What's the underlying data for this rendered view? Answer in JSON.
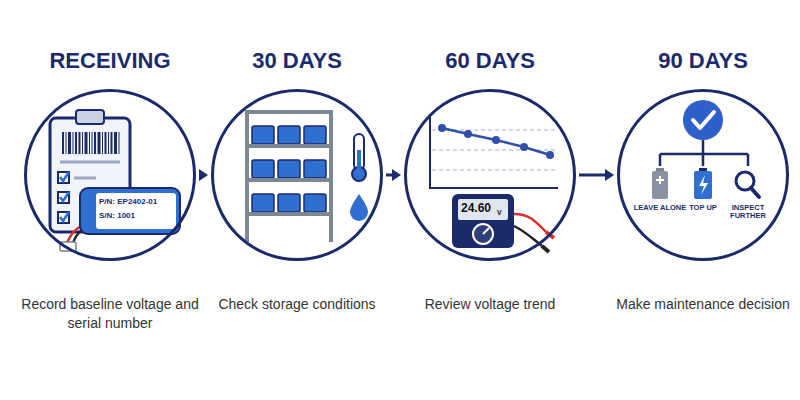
{
  "diagram": {
    "nodes": [
      {
        "text": [
          "RECEIVING",
          "Record baseline voltage and serial number"
        ]
      },
      {
        "text": [
          "30 DAYS",
          "Check storage conditions"
        ]
      },
      {
        "text": [
          "60 DAYS",
          "Review voltage trend"
        ]
      },
      {
        "text": [
          "90 DAYS",
          "Make maintenance decision"
        ]
      }
    ],
    "edges": [
      {
        "from": 0,
        "to": 1,
        "arrow": "to"
      },
      {
        "from": 1,
        "to": 2,
        "arrow": "to"
      },
      {
        "from": 2,
        "to": 3,
        "arrow": "to"
      }
    ],
    "labels": [
      "P/N: EP2402-01",
      "S/N: 1001",
      "24.60",
      "V",
      "LEAVE ALONE",
      "TOP UP",
      "INSPECT FURTHER"
    ]
  }
}
